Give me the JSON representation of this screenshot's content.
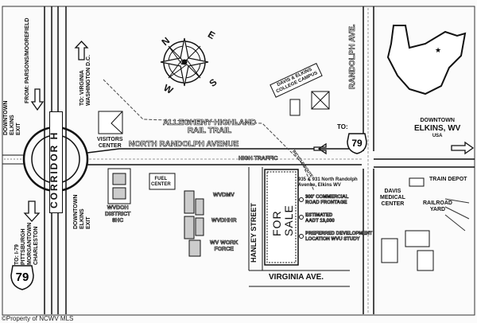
{
  "map": {
    "highway_label": "CORRIDOR H",
    "interstate_number": "79",
    "roads": {
      "north_randolph": "NORTH RANDOLPH AVENUE",
      "high_traffic": "HIGH TRAFFIC",
      "randolph_ave": "RANDOLPH AVE.",
      "hanley_street": "HANLEY STREET",
      "virginia_ave": "VIRGINIA AVE.",
      "rail_trail_line1": "ALLEGHENY HIGHLAND",
      "rail_trail_line2": "RAIL TRAIL",
      "bicycle_label": "BICYCLE ROUTE"
    },
    "directions": {
      "from_parsons": "FROM: PARSONS/MOOREFIELD",
      "to_virginia_1": "TO: VIRGINIA",
      "to_virginia_2": "WASHINGTON D.C.",
      "downtown_exit_top": [
        "DOWNTOWN",
        "ELKINS",
        "EXIT"
      ],
      "downtown_exit_bottom": [
        "DOWNTOWN",
        "ELKINS",
        "EXIT"
      ],
      "to_i79": [
        "TO: I-79",
        "PITTSBURGH",
        "MORGANTOWN",
        "CHARLESTON"
      ],
      "to_79": "TO:",
      "downtown_elkins_1": "DOWNTOWN",
      "downtown_elkins_2": "ELKINS, WV",
      "downtown_elkins_3": "USA"
    },
    "compass": {
      "n": "N",
      "e": "E",
      "s": "S",
      "w": "W"
    },
    "places": {
      "visitors_center": [
        "VISITORS",
        "CENTER"
      ],
      "fuel_center": [
        "FUEL",
        "CENTER"
      ],
      "wvdoh": [
        "WVDOH",
        "DISTRICT",
        "8HC"
      ],
      "wvdmv": "WVDMV",
      "wvdhhr": "WVDHHR",
      "wv_work_force": [
        "WV WORK",
        "FORCE"
      ],
      "college": [
        "DAVIS & ELKINS",
        "COLLEGE CAMPUS"
      ],
      "train_depot": "TRAIN DEPOT",
      "medical_center": [
        "DAVIS",
        "MEDICAL",
        "CENTER"
      ],
      "railroad_yard": [
        "RAILROAD",
        "YARD"
      ]
    },
    "listing": {
      "sign_line1": "FOR",
      "sign_line2": "SALE",
      "address_line1": "935 & 931 North Randolph",
      "address_line2": "Avenue, Elkins WV",
      "bullets": [
        [
          "300' COMMERCIAL",
          "ROAD FRONTAGE"
        ],
        [
          "ESTIMATED",
          "AADT 13,000"
        ],
        [
          "PREFERRED DEVELOPMENT",
          "LOCATION WVU STUDY"
        ]
      ]
    },
    "credit": "©Property of NCWV MLS"
  }
}
